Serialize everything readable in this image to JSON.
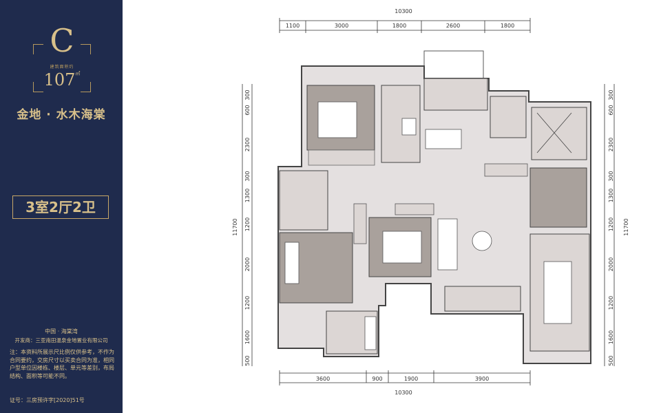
{
  "sidebar": {
    "type_letter": "C",
    "type_caption": "建筑面积约",
    "area": "107",
    "area_unit": "㎡",
    "brand": "金地 · 水木海棠",
    "layout": "3室2厅2卫",
    "project": "中国 · 海棠湾",
    "developer": "开发商：三亚南田温泉金地置业有限公司",
    "disclaimer": "注：本资料所展示尺比例仅供参考，不作为合同要约，交房尺寸以买卖合同为准，相同户型单位因楼栋、楼层、单元等差别，布局结构、面积等可能不同。",
    "license": "证号：三房预许字[2020]51号"
  },
  "dimensions": {
    "top_total": "10300",
    "top": [
      "1100",
      "3000",
      "1800",
      "2600",
      "1800"
    ],
    "bottom_total": "10300",
    "bottom": [
      "3600",
      "900",
      "1900",
      "3900"
    ],
    "left_total": "11700",
    "left": [
      "600",
      "300",
      "2300",
      "300",
      "1300",
      "1200",
      "2000",
      "1200",
      "1600",
      "500"
    ],
    "right_total": "11700",
    "right": [
      "600",
      "300",
      "2300",
      "300",
      "1300",
      "1200",
      "2000",
      "1200",
      "1600",
      "500"
    ]
  },
  "colors": {
    "sidebar_bg": "#1f2b4d",
    "gold": "#d8c08a",
    "room_dark": "#a9a19c",
    "room_light": "#dcd6d4",
    "living": "#e4e0e0"
  }
}
